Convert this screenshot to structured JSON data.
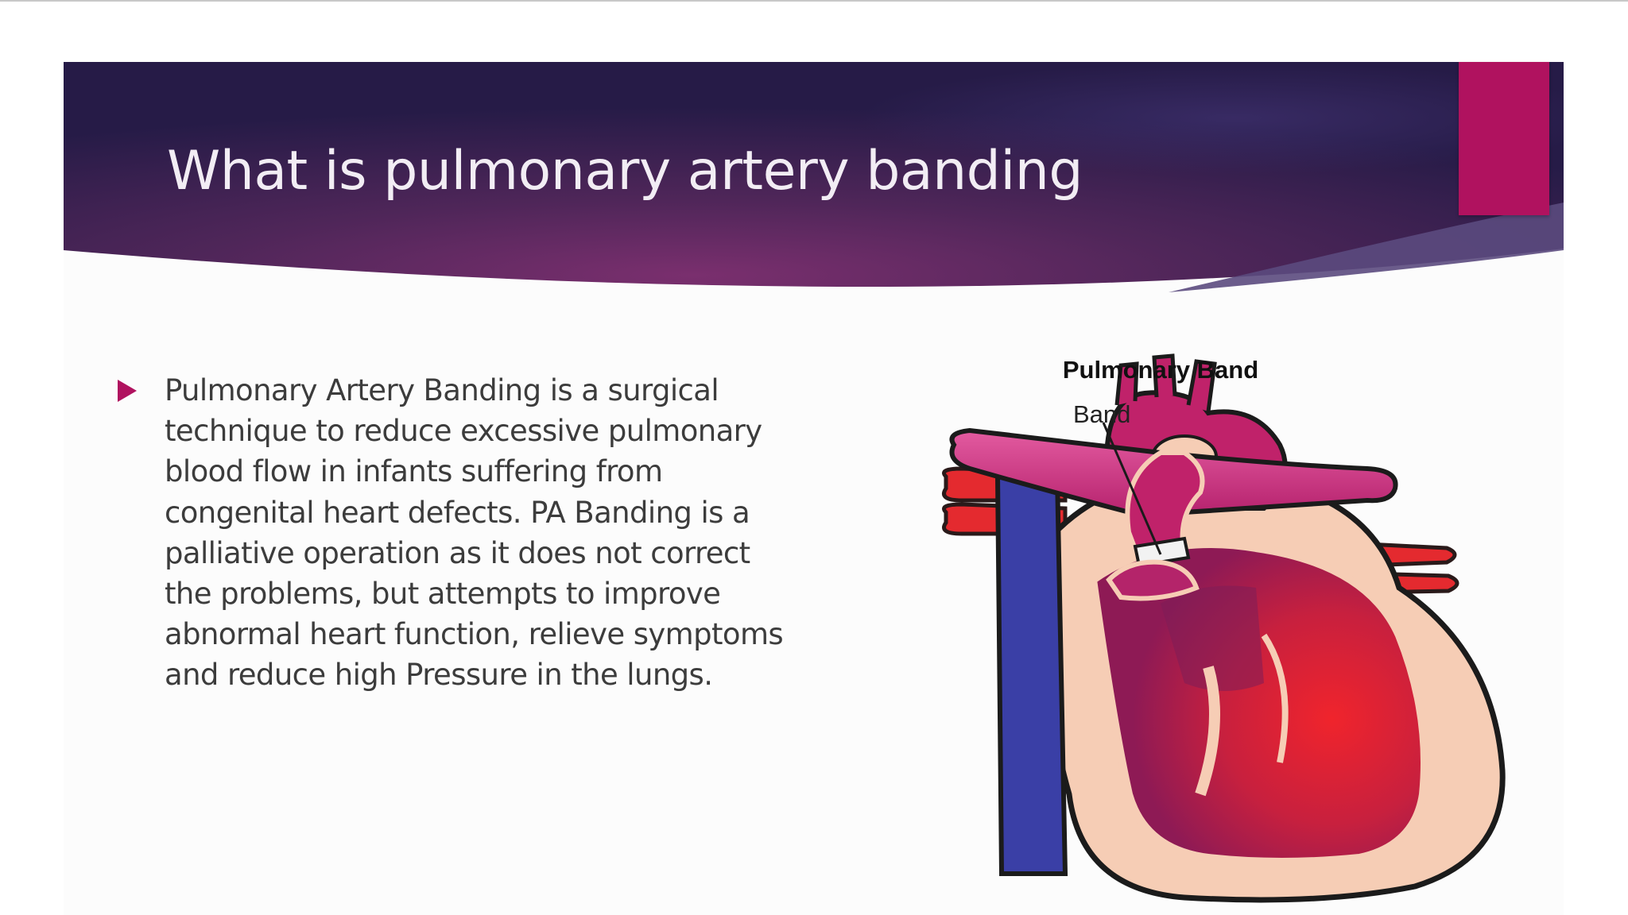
{
  "slide": {
    "title": "What is pulmonary artery banding",
    "bullets": [
      "Pulmonary Artery Banding is a surgical technique to reduce excessive pulmonary blood flow in infants suffering from congenital heart defects. PA Banding is a palliative operation as it does not correct the problems, but attempts to improve abnormal heart function, relieve symptoms and reduce high Pressure in the lungs."
    ]
  },
  "figure": {
    "title": "Pulmonary Band",
    "label": "Band"
  },
  "colors": {
    "banner_dark": "#2a1d4c",
    "banner_mid": "#6a2a65",
    "accent": "#b0125f",
    "text": "#3c3c3c",
    "title_text": "#f2edf4"
  }
}
